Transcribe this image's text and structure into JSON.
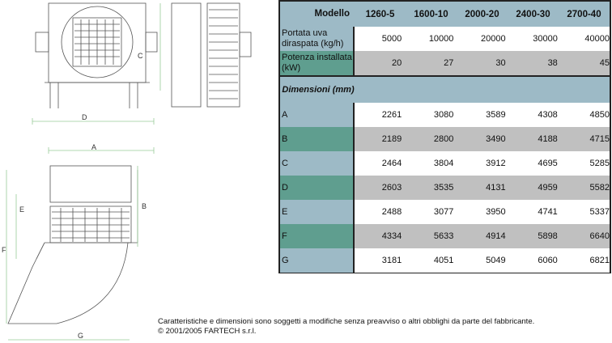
{
  "drawing_labels": {
    "A": "A",
    "B": "B",
    "C": "C",
    "D": "D",
    "E": "E",
    "F": "F",
    "G": "G"
  },
  "table": {
    "header": {
      "label": "Modello",
      "models": [
        "1260-5",
        "1600-10",
        "2000-20",
        "2400-30",
        "2700-40"
      ]
    },
    "rows": [
      {
        "label": "Portata uva diraspata (kg/h)",
        "values": [
          "5000",
          "10000",
          "20000",
          "30000",
          "40000"
        ]
      },
      {
        "label": "Potenza installata (kW)",
        "values": [
          "20",
          "27",
          "30",
          "38",
          "45"
        ]
      }
    ],
    "dimensions_label": "Dimensioni (mm)",
    "dim_rows": [
      {
        "label": "A",
        "values": [
          "2261",
          "3080",
          "3589",
          "4308",
          "4850"
        ]
      },
      {
        "label": "B",
        "values": [
          "2189",
          "2800",
          "3490",
          "4188",
          "4715"
        ]
      },
      {
        "label": "C",
        "values": [
          "2464",
          "3804",
          "3912",
          "4695",
          "5285"
        ]
      },
      {
        "label": "D",
        "values": [
          "2603",
          "3535",
          "4131",
          "4959",
          "5582"
        ]
      },
      {
        "label": "E",
        "values": [
          "2488",
          "3077",
          "3950",
          "4741",
          "5337"
        ]
      },
      {
        "label": "F",
        "values": [
          "4334",
          "5633",
          "4914",
          "5898",
          "6640"
        ]
      },
      {
        "label": "G",
        "values": [
          "3181",
          "4051",
          "5049",
          "6060",
          "6821"
        ]
      }
    ]
  },
  "caption": {
    "line1": "Caratteristiche e dimensioni  sono soggetti a modifiche senza preavviso o altri obblighi da parte del fabbricante.",
    "line2": "© 2001/2005 FARTECH s.r.l."
  }
}
